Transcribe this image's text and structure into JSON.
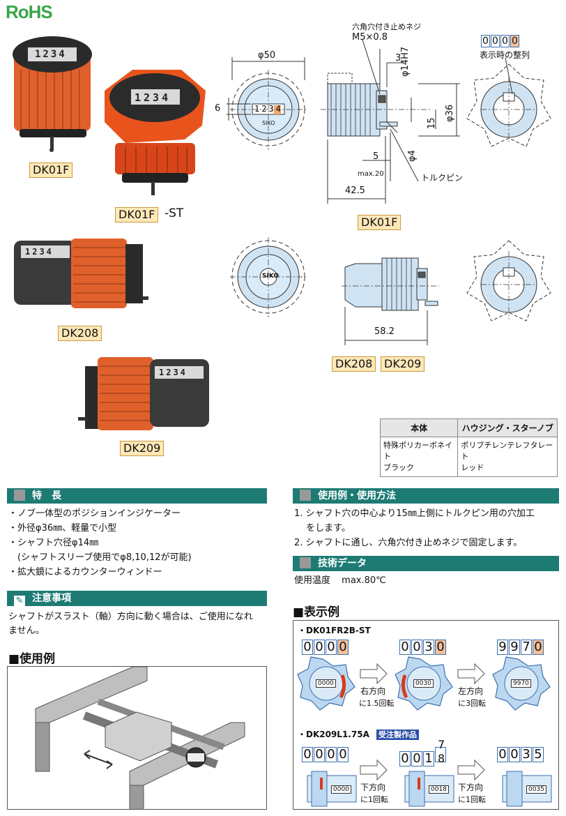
{
  "rohs": "RoHS",
  "products": {
    "dk01f": "DK01F",
    "dk01f_st": "DK01F",
    "dk01f_st_suffix": "-ST",
    "dk208": "DK208",
    "dk209": "DK209",
    "photo_counter": "1234"
  },
  "drawing": {
    "phi50": "φ50",
    "dim6": "6",
    "front_counter": "1234",
    "setscrew_label": "六角穴付き止めネジ",
    "setscrew_size": "M5×0.8",
    "dim3": "3",
    "phi14h7": "φ14H7",
    "phi36": "φ36",
    "dim15": "15",
    "dim5": "5",
    "phi4": "φ4",
    "max20": "max.20",
    "torque_pin": "トルクピン",
    "dim42_5": "42.5",
    "model_dk01f": "DK01F",
    "display_sample": "0000",
    "display_label": "表示時の整列",
    "siko": "SIKO",
    "dim58_2": "58.2",
    "model_dk208": "DK208",
    "model_dk209": "DK209"
  },
  "material_table": {
    "headers": [
      "本体",
      "ハウジング・スターノブ"
    ],
    "cells": [
      "特殊ポリカーボネイト\nブラック",
      "ポリブチレンテレフタレート\nレッド"
    ]
  },
  "features": {
    "title": "特　長",
    "items": [
      "・ノブ一体型のポジションインジケーター",
      "・外径φ36㎜、軽量で小型",
      "・シャフト穴径φ14㎜",
      "　(シャフトスリーブ使用でφ8,10,12が可能)",
      "・拡大鏡によるカウンターウィンドー"
    ]
  },
  "caution": {
    "title": "注意事項",
    "text1": "シャフトがスラスト（軸）方向に動く場合は、ご使用になれ",
    "text2": "ません。"
  },
  "usage_example_title": "■使用例",
  "usage": {
    "title": "使用例・使用方法",
    "items": [
      "1. シャフト穴の中心より15㎜上側にトルクピン用の穴加工",
      "　 をします。",
      "2. シャフトに通し、六角穴付き止めネジで固定します。"
    ]
  },
  "tech": {
    "title": "技術データ",
    "temp_label": "使用温度",
    "temp_value": "max.80℃"
  },
  "display_example": {
    "title": "■表示例",
    "ex1_label": "・DK01FR2B-ST",
    "ex1_steps": [
      {
        "digits": [
          "0",
          "0",
          "0",
          "0"
        ],
        "hl": 3
      },
      {
        "digits": [
          "0",
          "0",
          "3",
          "0"
        ],
        "hl": 3
      },
      {
        "digits": [
          "9",
          "9",
          "7",
          "0"
        ],
        "hl": 3
      }
    ],
    "ex1_arrow1": [
      "右方向",
      "に1.5回転"
    ],
    "ex1_arrow2": [
      "左方向",
      "に3回転"
    ],
    "ex1_knob_counters": [
      "0000",
      "0030",
      "9970"
    ],
    "ex2_label": "・DK209L1.75A",
    "ex2_badge": "受注製作品",
    "ex2_steps": [
      {
        "digits": [
          "0",
          "0",
          "0",
          "0"
        ],
        "hl": -1
      },
      {
        "digits": [
          "0",
          "0",
          "1"
        ],
        "hl": -1,
        "frac": [
          "7",
          "8"
        ]
      },
      {
        "digits": [
          "0",
          "0",
          "3",
          "5"
        ],
        "hl": -1
      }
    ],
    "ex2_arrow1": [
      "下方向",
      "に1回転"
    ],
    "ex2_arrow2": [
      "下方向",
      "に1回転"
    ],
    "ex2_counters": [
      "0000",
      "0018",
      "0035"
    ]
  }
}
